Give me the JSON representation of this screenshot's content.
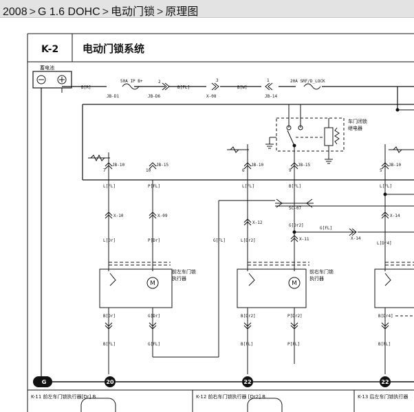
{
  "breadcrumb": {
    "items": [
      "2008",
      "G 1.6 DOHC",
      "电动门锁",
      "原理图"
    ],
    "separator": ">"
  },
  "diagram": {
    "code": "K-2",
    "title": "电动门锁系统",
    "battery_label": "蓄电池",
    "top_labels": {
      "b_r": "B[R]",
      "fuse1": "50A  IP B+",
      "jb_d1": "JB-D1",
      "jb_d6": "JB-D6",
      "pin2": "2",
      "b_fl": "B[FL]",
      "pin3": "3",
      "x_08": "X-08",
      "b_w": "B[W]",
      "pin1": "1",
      "jb_14": "JB-14",
      "fuse2": "20A  SRF/D_LOCK"
    },
    "relay_label": [
      "车门闭锁",
      "继电器"
    ],
    "sc_07": "SC-07",
    "col_labels": {
      "jb10_a": "JB-10",
      "jb15_a": "JB-15",
      "jb10_b": "JB-10",
      "jb15_b": "JB-15",
      "jb10_c": "JB-10",
      "n7": "7",
      "n10": "10",
      "n6": "6",
      "n9": "9",
      "n5": "5",
      "l_fl": "L[FL]",
      "p_fl": "P[FL]",
      "b_fl": "B[FL]",
      "x_10": "X-10",
      "x_09": "X-09",
      "x_12": "X-12",
      "x_11": "X-11",
      "x_14": "X-14",
      "l_dr": "L[Dr]",
      "p_dr": "P[Dr]",
      "l_dr2": "L[Dr2]",
      "l_dr4": "L[Dr4]",
      "g_dr2": "G[Dr2]",
      "g_fl": "G[FL]",
      "b_dr": "B[Dr]",
      "b_dr2": "B[Dr2]",
      "b_dr4": "B[Dr4]",
      "g_dr": "G[Dr]",
      "p_dr2": "P[Dr2]",
      "p_fl2": "P[FL]"
    },
    "actuator1": [
      "前左车门锁",
      "执行器"
    ],
    "actuator2": [
      "前右车门锁",
      "执行器"
    ],
    "motor": "M",
    "ground_labels": [
      "G",
      "20",
      "22",
      "22"
    ],
    "bottom": {
      "c1": "K-11  前左车门锁执行器[Dr] B",
      "c2": "K-12  前右车门锁执行器 [Dr2] B",
      "c3": "K-13  后左车门锁执行器"
    }
  }
}
